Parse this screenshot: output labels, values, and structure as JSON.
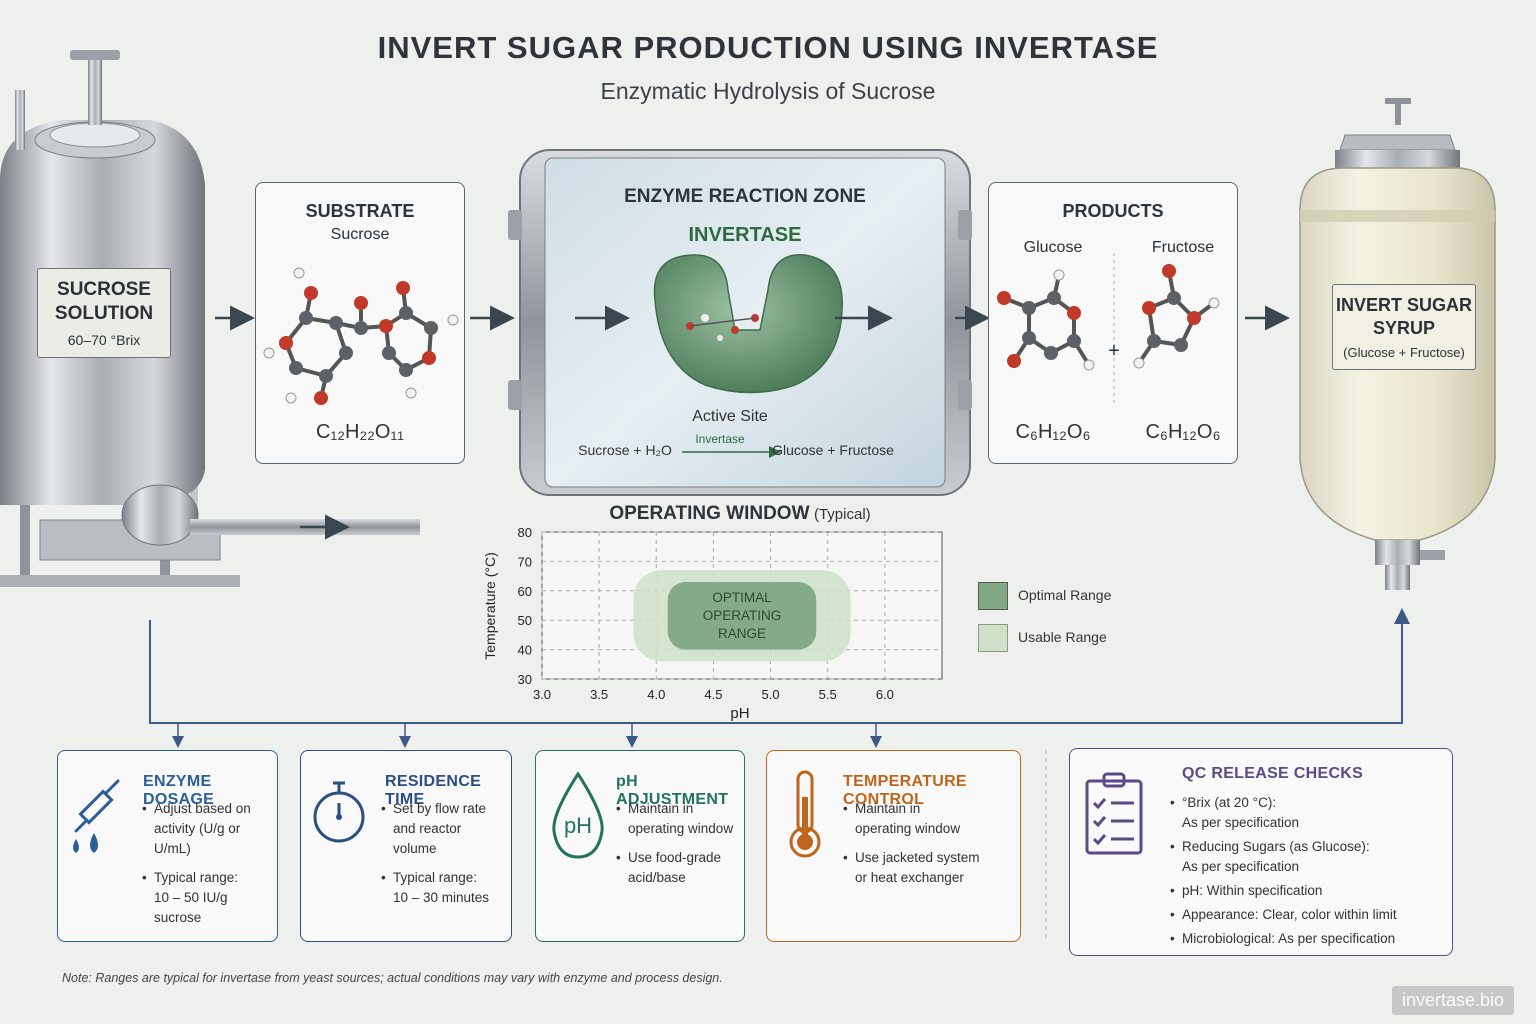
{
  "header": {
    "title": "INVERT SUGAR PRODUCTION USING INVERTASE",
    "subtitle": "Enzymatic Hydrolysis of Sucrose"
  },
  "feed_tank": {
    "line1": "SUCROSE",
    "line2": "SOLUTION",
    "spec": "60–70 °Brix"
  },
  "substrate": {
    "title": "SUBSTRATE",
    "name": "Sucrose",
    "formula": "C₁₂H₂₂O₁₁"
  },
  "reactor": {
    "title": "ENZYME REACTION ZONE",
    "enzyme": "INVERTASE",
    "active_site": "Active Site",
    "reaction_left": "Sucrose + H₂O",
    "reaction_catalyst": "Invertase",
    "reaction_right": "Glucose + Fructose"
  },
  "products": {
    "title": "PRODUCTS",
    "glucose": {
      "name": "Glucose",
      "formula": "C₆H₁₂O₆"
    },
    "fructose": {
      "name": "Fructose",
      "formula": "C₆H₁₂O₆"
    },
    "plus": "+"
  },
  "product_tank": {
    "line1": "INVERT SUGAR",
    "line2": "SYRUP",
    "line3": "(Glucose + Fructose)"
  },
  "chart_data": {
    "type": "area",
    "title": "OPERATING WINDOW",
    "title_suffix": "(Typical)",
    "xlabel": "pH",
    "ylabel": "Temperature (°C)",
    "xlim": [
      3.0,
      6.5
    ],
    "ylim": [
      30,
      80
    ],
    "x_ticks": [
      3.0,
      3.5,
      4.0,
      4.5,
      5.0,
      5.5,
      6.0
    ],
    "x_tick_labels": [
      "3.0",
      "3.5",
      "4.0",
      "4.5",
      "5.0",
      "5.5",
      "6.0"
    ],
    "y_ticks": [
      30,
      40,
      50,
      60,
      70,
      80
    ],
    "grid": true,
    "regions": [
      {
        "name": "Usable Range",
        "x": [
          3.8,
          5.7
        ],
        "y": [
          36,
          67
        ],
        "color": "#cfe0c8"
      },
      {
        "name": "Optimal Range",
        "x": [
          4.1,
          5.4
        ],
        "y": [
          40,
          63
        ],
        "color": "#7fa883"
      }
    ],
    "region_label": [
      "OPTIMAL",
      "OPERATING",
      "RANGE"
    ],
    "legend": [
      "Optimal Range",
      "Usable Range"
    ],
    "legend_position": "right"
  },
  "controls": {
    "enzyme_dosage": {
      "title": "ENZYME DOSAGE",
      "b1a": "Adjust based on",
      "b1b": "activity (U/g or U/mL)",
      "b2a": "Typical range:",
      "b2b": "10 – 50 IU/g sucrose"
    },
    "residence_time": {
      "title": "RESIDENCE TIME",
      "b1a": "Set by flow rate",
      "b1b": "and reactor volume",
      "b2a": "Typical range:",
      "b2b": "10 – 30 minutes"
    },
    "ph_adjustment": {
      "title": "pH ADJUSTMENT",
      "icon_text": "pH",
      "b1a": "Maintain in",
      "b1b": "operating window",
      "b2a": "Use food-grade",
      "b2b": "acid/base"
    },
    "temperature_control": {
      "title": "TEMPERATURE CONTROL",
      "b1a": "Maintain in",
      "b1b": "operating window",
      "b2a": "Use jacketed system",
      "b2b": "or heat exchanger"
    },
    "qc": {
      "title": "QC RELEASE CHECKS",
      "i1_label": "°Brix (at 20 °C):",
      "i1_value": "As per specification",
      "i2_label": "Reducing Sugars (as Glucose):",
      "i2_value": "As per specification",
      "i3_label": "pH:",
      "i3_value": "Within specification",
      "i4_label": "Appearance:",
      "i4_value": "Clear, color within limit",
      "i5_label": "Microbiological:",
      "i5_value": "As per specification"
    }
  },
  "colors": {
    "dosage": "#2b5f98",
    "residence": "#2a4f82",
    "ph": "#23725f",
    "temperature": "#c0661c",
    "qc": "#5a4b86"
  },
  "footer": {
    "note": "Note: Ranges are typical for invertase from yeast sources; actual conditions may vary with enzyme and process design.",
    "brand": "invertase.bio"
  }
}
